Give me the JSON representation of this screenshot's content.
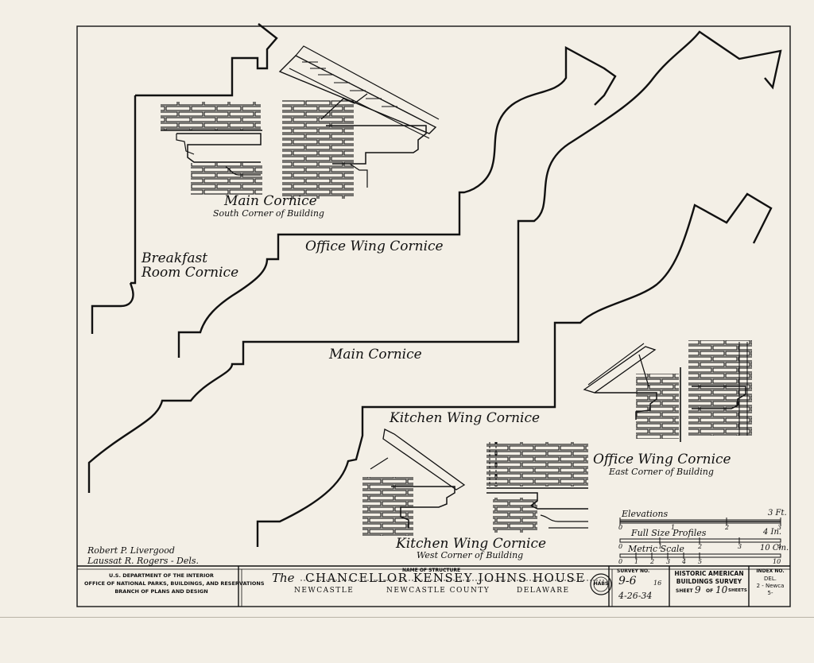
{
  "drawing": {
    "labels": {
      "main_cornice_title": "Main Cornice",
      "main_cornice_sub": "South Corner of Building",
      "office_wing_cornice": "Office Wing Cornice",
      "breakfast_room_1": "Breakfast",
      "breakfast_room_2": "Room Cornice",
      "main_cornice": "Main Cornice",
      "kitchen_wing_cornice": "Kitchen Wing Cornice",
      "office_wing_title": "Office Wing Cornice",
      "office_wing_sub": "East Corner of Building",
      "kitchen_wing_title": "Kitchen Wing Cornice",
      "kitchen_wing_sub": "West Corner of Building"
    },
    "delineators": [
      "Robert P. Livergood",
      "Laussat R. Rogers - Dels."
    ],
    "scales": [
      {
        "name": "Elevations",
        "end_label": "3 Ft.",
        "ticks": [
          "0",
          "1",
          "2",
          "3"
        ]
      },
      {
        "name": "Full Size Profiles",
        "end_label": "4 In.",
        "ticks": [
          "0",
          "1",
          "2",
          "3",
          "4"
        ]
      },
      {
        "name": "Metric Scale",
        "end_label": "10 Cm.",
        "ticks": [
          "0",
          "1",
          "2",
          "3",
          "4",
          "5",
          "10"
        ]
      }
    ]
  },
  "title_block": {
    "agency": [
      "U.S. DEPARTMENT OF THE INTERIOR",
      "OFFICE OF NATIONAL PARKS, BUILDINGS, AND RESERVATIONS",
      "BRANCH OF PLANS AND DESIGN"
    ],
    "name_heading": "NAME OF STRUCTURE",
    "name_prefix": "The",
    "name": "CHANCELLOR KENSEY JOHNS HOUSE",
    "location": [
      "NEWCASTLE",
      "NEWCASTLE COUNTY",
      "DELAWARE"
    ],
    "seal": "HABS",
    "survey_heading": "SURVEY NO.",
    "survey_no": "9-6",
    "survey_suffix": "16",
    "survey_date": "4-26-34",
    "habs_line1": "HISTORIC AMERICAN",
    "habs_line2": "BUILDINGS SURVEY",
    "sheet_word": "SHEET",
    "sheet_no": "9",
    "of_word": "OF",
    "total_sheets": "10",
    "sheets_word": "SHEETS",
    "index_heading": "INDEX NO.",
    "index_lines": [
      "DEL.",
      "2 - Newca",
      "5-"
    ]
  }
}
